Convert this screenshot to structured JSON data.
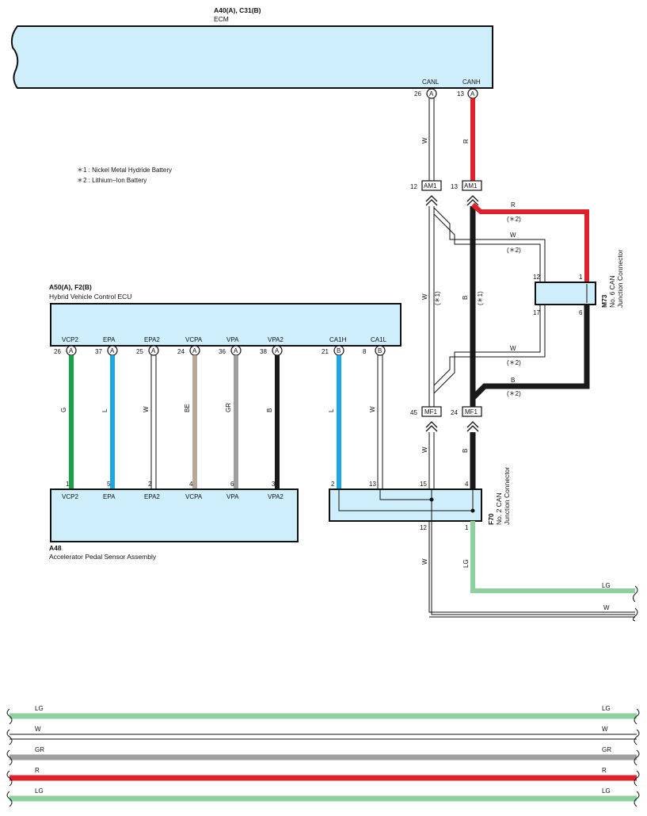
{
  "ecm": {
    "ref": "A40(A), C31(B)",
    "name": "ECM",
    "pins": [
      {
        "num": "26",
        "conn": "A",
        "label": "CANL"
      },
      {
        "num": "13",
        "conn": "A",
        "label": "CANH"
      }
    ]
  },
  "notes": [
    "＊1 : Nickel Metal Hydride Battery",
    "＊2 : Lithium−Ion Battery"
  ],
  "hv_ecu": {
    "ref": "A50(A), F2(B)",
    "name": "Hybrid Vehicle Control ECU",
    "pins": [
      {
        "num": "26",
        "conn": "A",
        "label": "VCP2"
      },
      {
        "num": "37",
        "conn": "A",
        "label": "EPA"
      },
      {
        "num": "25",
        "conn": "A",
        "label": "EPA2"
      },
      {
        "num": "24",
        "conn": "A",
        "label": "VCPA"
      },
      {
        "num": "36",
        "conn": "A",
        "label": "VPA"
      },
      {
        "num": "38",
        "conn": "A",
        "label": "VPA2"
      },
      {
        "num": "21",
        "conn": "B",
        "label": "CA1H"
      },
      {
        "num": "8",
        "conn": "B",
        "label": "CA1L"
      }
    ]
  },
  "sensor": {
    "ref": "A48",
    "name": "Accelerator Pedal Sensor Assembly",
    "pins": [
      {
        "num": "1",
        "label": "VCP2"
      },
      {
        "num": "5",
        "label": "EPA"
      },
      {
        "num": "2",
        "label": "EPA2"
      },
      {
        "num": "4",
        "label": "VCPA"
      },
      {
        "num": "6",
        "label": "VPA"
      },
      {
        "num": "3",
        "label": "VPA2"
      }
    ]
  },
  "wire_colors": [
    "G",
    "L",
    "W",
    "BE",
    "GR",
    "B",
    "L",
    "W"
  ],
  "f70": {
    "ref": "F70",
    "name1": "No. 2 CAN",
    "name2": "Junction Connector",
    "pins_top": [
      "2",
      "13",
      "15",
      "4"
    ],
    "pins_bottom": [
      "12",
      "1"
    ]
  },
  "m73": {
    "ref": "M73",
    "name1": "No. 6 CAN",
    "name2": "Junction Connector",
    "pins": [
      "12",
      "1",
      "17",
      "6"
    ]
  },
  "am1": {
    "label": "AM1",
    "pins": [
      "12",
      "13"
    ]
  },
  "mf1": {
    "label": "MF1",
    "pins": [
      "45",
      "24"
    ]
  },
  "can_wires": {
    "canl_color": "W",
    "canh_color": "R",
    "mid_left_color": "W",
    "mid_right_color": "B",
    "mid_note": "(＊1)",
    "m73_r": "R",
    "m73_w1": "W",
    "m73_w2": "W",
    "m73_b": "B",
    "m73_note": "(＊2)",
    "f70_left": "W",
    "f70_right": "LG",
    "out_lg": "LG",
    "out_w": "W"
  },
  "bottom_bands": [
    {
      "label": "LG",
      "color": "#8fd19e"
    },
    {
      "label": "W",
      "color": "#ffffff"
    },
    {
      "label": "GR",
      "color": "#9e9e9e"
    },
    {
      "label": "R",
      "color": "#e0202a"
    },
    {
      "label": "LG",
      "color": "#8fd19e"
    }
  ],
  "colors": {
    "box_fill": "#cdeefa",
    "green": "#16a34a",
    "blue": "#1aa7e8",
    "beige": "#b9a89a",
    "gray": "#9e9e9e",
    "black": "#1a1a1a",
    "red": "#e0202a",
    "lightgreen": "#8fd19e"
  }
}
